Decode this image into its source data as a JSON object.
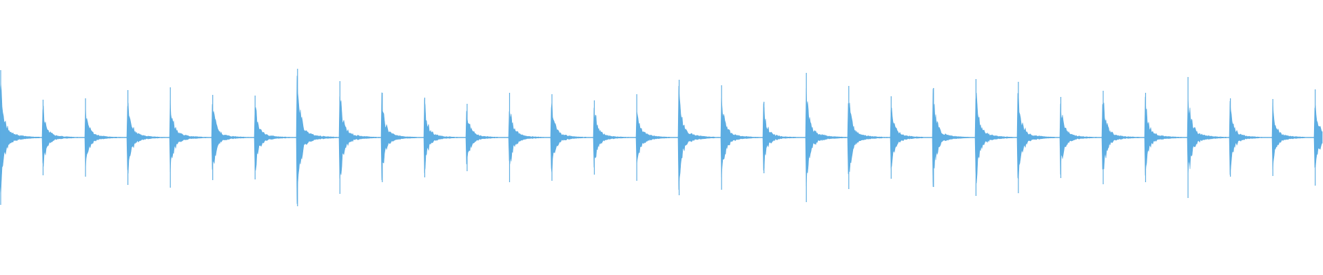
{
  "waveform": {
    "color": "#5dade2",
    "background": "#ffffff",
    "baseline_amplitude": 0.005,
    "transients": [
      {
        "time": 0.0,
        "peak": 0.98
      },
      {
        "time": 1.0,
        "peak": 0.55
      },
      {
        "time": 2.0,
        "peak": 0.57
      },
      {
        "time": 3.0,
        "peak": 0.69
      },
      {
        "time": 4.0,
        "peak": 0.73
      },
      {
        "time": 5.0,
        "peak": 0.62
      },
      {
        "time": 6.0,
        "peak": 0.61
      },
      {
        "time": 7.0,
        "peak": 1.0
      },
      {
        "time": 8.0,
        "peak": 0.82
      },
      {
        "time": 9.0,
        "peak": 0.65
      },
      {
        "time": 10.0,
        "peak": 0.58
      },
      {
        "time": 11.0,
        "peak": 0.49
      },
      {
        "time": 12.0,
        "peak": 0.65
      },
      {
        "time": 13.0,
        "peak": 0.63
      },
      {
        "time": 14.0,
        "peak": 0.54
      },
      {
        "time": 15.0,
        "peak": 0.63
      },
      {
        "time": 16.0,
        "peak": 0.84
      },
      {
        "time": 17.0,
        "peak": 0.76
      },
      {
        "time": 18.0,
        "peak": 0.52
      },
      {
        "time": 19.0,
        "peak": 0.94
      },
      {
        "time": 20.0,
        "peak": 0.75
      },
      {
        "time": 21.0,
        "peak": 0.6
      },
      {
        "time": 22.0,
        "peak": 0.72
      },
      {
        "time": 23.0,
        "peak": 0.85
      },
      {
        "time": 24.0,
        "peak": 0.81
      },
      {
        "time": 25.0,
        "peak": 0.59
      },
      {
        "time": 26.0,
        "peak": 0.68
      },
      {
        "time": 27.0,
        "peak": 0.65
      },
      {
        "time": 28.0,
        "peak": 0.88
      },
      {
        "time": 29.0,
        "peak": 0.57
      },
      {
        "time": 30.0,
        "peak": 0.56
      },
      {
        "time": 31.0,
        "peak": 0.7
      }
    ],
    "time_span": 31.2
  }
}
